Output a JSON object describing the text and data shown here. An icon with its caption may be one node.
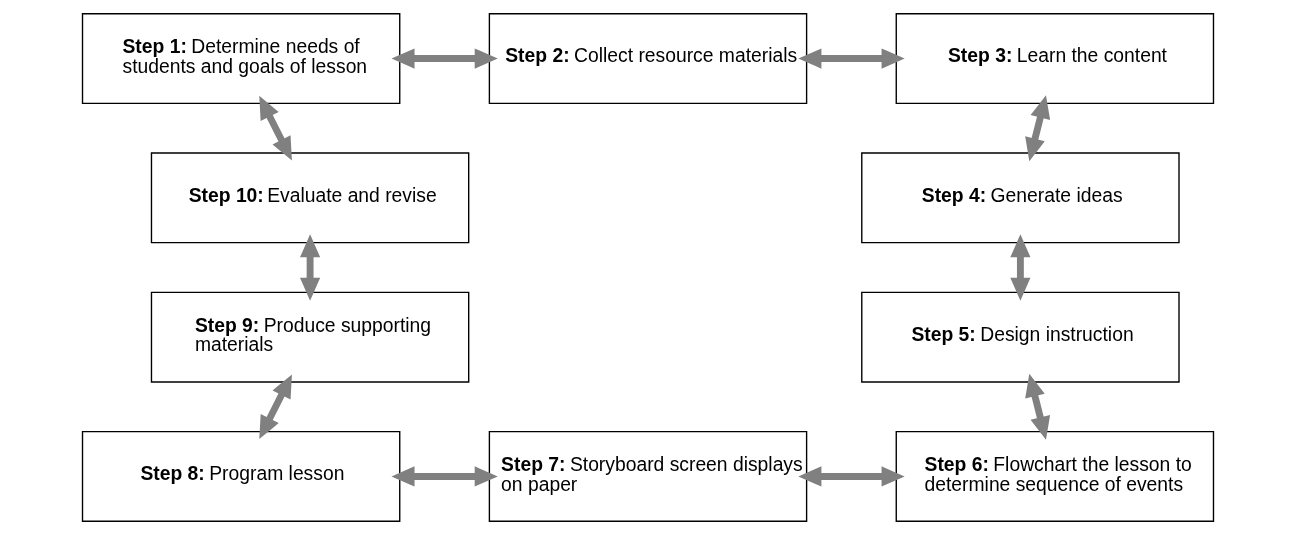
{
  "diagram": {
    "nodes": [
      {
        "text": [
          "**Step 1:** Determine needs of students and goals of lesson"
        ]
      },
      {
        "text": [
          "**Step 2:** Collect resource materials"
        ]
      },
      {
        "text": [
          "**Step 3:** Learn the content"
        ]
      },
      {
        "text": [
          "**Step 4:** Generate ideas"
        ]
      },
      {
        "text": [
          "**Step 5:** Design instruction"
        ]
      },
      {
        "text": [
          "**Step 6:** Flowchart the lesson to determine sequence of events"
        ]
      },
      {
        "text": [
          "**Step 7:** Storyboard screen displays on paper"
        ]
      },
      {
        "text": [
          "**Step 8:** Program lesson"
        ]
      },
      {
        "text": [
          "**Step 9:** Produce supporting materials"
        ]
      },
      {
        "text": [
          "**Step 10:** Evaluate and revise"
        ]
      }
    ],
    "edges": [
      {
        "from": 0,
        "to": 1,
        "arrow": "both"
      },
      {
        "from": 1,
        "to": 2,
        "arrow": "both"
      },
      {
        "from": 2,
        "to": 3,
        "arrow": "both"
      },
      {
        "from": 3,
        "to": 4,
        "arrow": "both"
      },
      {
        "from": 4,
        "to": 5,
        "arrow": "both"
      },
      {
        "from": 6,
        "to": 5,
        "arrow": "both"
      },
      {
        "from": 7,
        "to": 6,
        "arrow": "both"
      },
      {
        "from": 8,
        "to": 7,
        "arrow": "both"
      },
      {
        "from": 9,
        "to": 8,
        "arrow": "both"
      },
      {
        "from": 0,
        "to": 9,
        "arrow": "both"
      }
    ]
  }
}
